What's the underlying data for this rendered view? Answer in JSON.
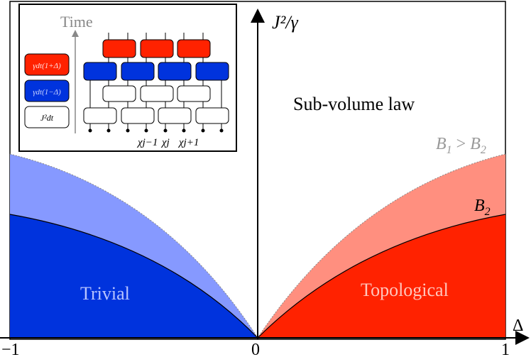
{
  "labels": {
    "y_axis": "J²/γ",
    "x_axis": "Δ",
    "x_min": "−1",
    "x_zero": "0",
    "x_max": "1",
    "sub_volume": "Sub-volume law",
    "trivial": "Trivial",
    "topological": "Topological",
    "b1_gt_b2_main": "B",
    "b1_sub": "1",
    "gt": " > ",
    "b2_main": "B",
    "b2_sub": "2"
  },
  "inset": {
    "time_label": "Time",
    "legend_red": "γdt(1+Δ)",
    "legend_blue": "γdt(1−Δ)",
    "legend_white": "J²dt",
    "site_labels": [
      "χj−1",
      "χj",
      "χj+1"
    ]
  },
  "colors": {
    "trivial_dark": "#0033dd",
    "trivial_light": "#8699ff",
    "topo_dark": "#ff2200",
    "topo_light": "#ff8f7f",
    "gate_red": "#ff2200",
    "gate_blue": "#0033dd",
    "gray_text": "#888888"
  }
}
